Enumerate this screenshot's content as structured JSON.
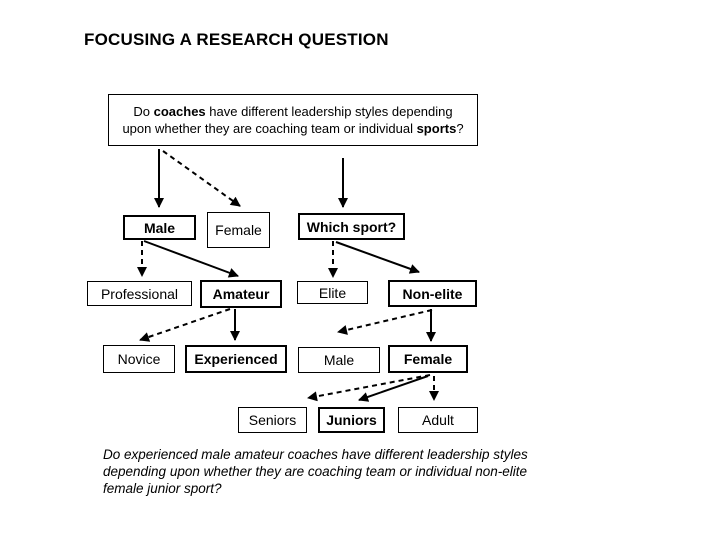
{
  "title": "FOCUSING A RESEARCH QUESTION",
  "root_question": {
    "part1": "Do ",
    "bold1": "coaches",
    "part2": " have different leadership styles depending upon whether they are coaching team or individual ",
    "bold2": "sports",
    "part3": "?"
  },
  "nodes": {
    "male1": "Male",
    "female1": "Female",
    "which_sport": "Which sport?",
    "professional": "Professional",
    "amateur": "Amateur",
    "elite": "Elite",
    "non_elite": "Non-elite",
    "novice": "Novice",
    "experienced": "Experienced",
    "male2": "Male",
    "female2": "Female",
    "seniors": "Seniors",
    "juniors": "Juniors",
    "adult": "Adult"
  },
  "edges": [
    {
      "from": "root_question",
      "to": "male1",
      "style": "solid"
    },
    {
      "from": "root_question",
      "to": "female1",
      "style": "dashed"
    },
    {
      "from": "root_question",
      "to": "which_sport",
      "style": "solid"
    },
    {
      "from": "male1",
      "to": "professional",
      "style": "dashed"
    },
    {
      "from": "male1",
      "to": "amateur",
      "style": "solid"
    },
    {
      "from": "which_sport",
      "to": "elite",
      "style": "dashed"
    },
    {
      "from": "which_sport",
      "to": "non_elite",
      "style": "solid"
    },
    {
      "from": "amateur",
      "to": "novice",
      "style": "dashed"
    },
    {
      "from": "amateur",
      "to": "experienced",
      "style": "solid"
    },
    {
      "from": "non_elite",
      "to": "male2",
      "style": "dashed"
    },
    {
      "from": "non_elite",
      "to": "female2",
      "style": "solid"
    },
    {
      "from": "female2",
      "to": "seniors",
      "style": "dashed"
    },
    {
      "from": "female2",
      "to": "juniors",
      "style": "solid"
    },
    {
      "from": "female2",
      "to": "adult",
      "style": "dashed"
    }
  ],
  "focused_question": "Do experienced male amateur coaches have different leadership styles depending upon whether they are coaching team or individual non-elite female junior sport?",
  "colors": {
    "background": "#ffffff",
    "text": "#000000",
    "line": "#000000"
  }
}
